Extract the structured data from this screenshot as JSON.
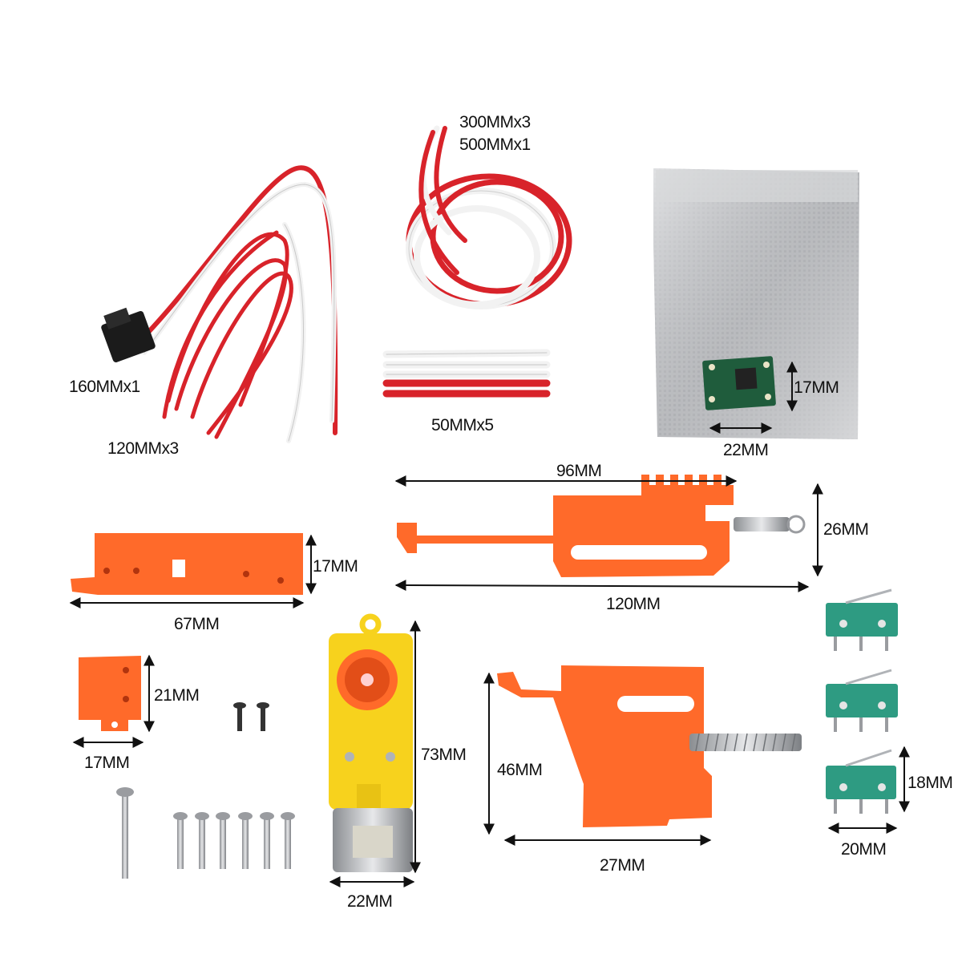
{
  "colors": {
    "background": "#ffffff",
    "plastic_orange": "#ff6a2a",
    "wire_red": "#d8232a",
    "wire_white": "#f2f2f2",
    "pcb_green": "#1f5c3c",
    "switch_teal": "#2e9b82",
    "gearbox_yellow": "#f7d21d"
  },
  "labels": {
    "wire_300": "300MMx3",
    "wire_500": "500MMx1",
    "wire_160": "160MMx1",
    "wire_120": "120MMx3",
    "wire_50": "50MMx5",
    "pcb_h": "17MM",
    "pcb_w": "22MM",
    "arm_top": "96MM",
    "arm_h": "26MM",
    "arm_len": "120MM",
    "base_h": "17MM",
    "base_len": "67MM",
    "clip_h": "21MM",
    "clip_w": "17MM",
    "motor_h": "73MM",
    "motor_w": "22MM",
    "trigger_h": "46MM",
    "trigger_w": "27MM",
    "switch_h": "18MM",
    "switch_w": "20MM"
  }
}
